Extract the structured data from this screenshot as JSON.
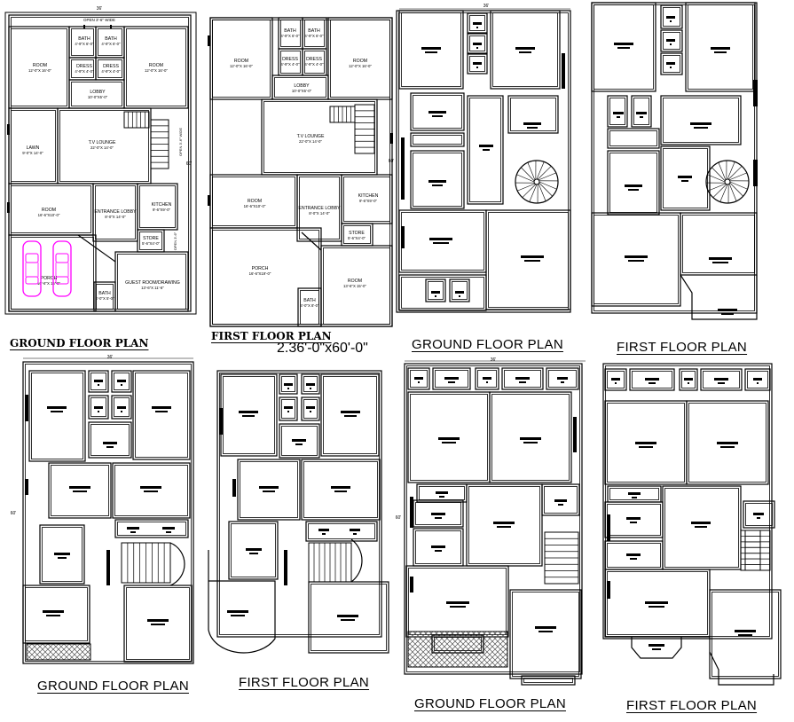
{
  "page_title": "2.36'-0\"x60'-0\"",
  "plans": [
    {
      "id": "plan1",
      "caption": "GROUND FLOOR PLAN",
      "width_dim": "36'",
      "depth_dim": "60'",
      "rooms": [
        {
          "name": "OPEN",
          "size": "3'-6\" WIDE"
        },
        {
          "name": "BATH",
          "size": "4'-9\"X 6'-0\""
        },
        {
          "name": "BATH",
          "size": "4'-9\"X 6'-0\""
        },
        {
          "name": "ROOM",
          "size": "12'-0\"X 16'-0\""
        },
        {
          "name": "DRESS",
          "size": "4'-9\"X 4'-0\""
        },
        {
          "name": "DRESS",
          "size": "4'-9\"X 4'-0\""
        },
        {
          "name": "ROOM",
          "size": "12'-0\"X 16'-0\""
        },
        {
          "name": "LOBBY",
          "size": "10'-0\"X5'-0\""
        },
        {
          "name": "LAWN",
          "size": "9'-0\"X 14'-0\""
        },
        {
          "name": "T.V LOUNGE",
          "size": "22'-0\"X 14'-0\""
        },
        {
          "name": "OPEN 3'-6\" WIDE",
          "size": ""
        },
        {
          "name": "ROOM",
          "size": "16'-6\"X10'-0\""
        },
        {
          "name": "KITCHEN",
          "size": "9'-6\"X9'-0\""
        },
        {
          "name": "ENTRANCE LOBBY",
          "size": "8'-0\"X 14'-0\""
        },
        {
          "name": "STORE",
          "size": "5'-6\"X4'-0\""
        },
        {
          "name": "OPEN",
          "size": "3'-6\""
        },
        {
          "name": "PORCH",
          "size": "16'-6\"X 15'-0\""
        },
        {
          "name": "GUEST ROOM/DRAWING",
          "size": "13'-6\"X 11'-6\""
        },
        {
          "name": "BATH",
          "size": "4'-0\"X 5'-0\""
        }
      ]
    },
    {
      "id": "plan2",
      "caption": "FIRST FLOOR PLAN",
      "rooms": [
        {
          "name": "BATH",
          "size": "4'-9\"X 6'-0\""
        },
        {
          "name": "BATH",
          "size": "4'-9\"X 6'-0\""
        },
        {
          "name": "ROOM",
          "size": "12'-0\"X 16'-0\""
        },
        {
          "name": "DRESS",
          "size": "4'-9\"X 4'-0\""
        },
        {
          "name": "DRESS",
          "size": "4'-9\"X 4'-0\""
        },
        {
          "name": "ROOM",
          "size": "12'-0\"X 16'-0\""
        },
        {
          "name": "LOBBY",
          "size": "10'-0\"X5'-0\""
        },
        {
          "name": "T.V LOUNGE",
          "size": "22'-0\"X 14'-0\""
        },
        {
          "name": "ROOM",
          "size": "16'-6\"X10'-0\""
        },
        {
          "name": "ENTRANCE LOBBY",
          "size": "8'-0\"X 14'-0\""
        },
        {
          "name": "KITCHEN",
          "size": "9'-6\"X9'-0\""
        },
        {
          "name": "STORE",
          "size": "5'-6\"X4'-0\""
        },
        {
          "name": "PORCH",
          "size": "16'-6\"X19'-0\""
        },
        {
          "name": "ROOM",
          "size": "13'-6\"X 15'-0\""
        },
        {
          "name": "BATH",
          "size": "4'-0\"X 8'-0\""
        }
      ]
    },
    {
      "id": "plan3",
      "caption": "GROUND FLOOR PLAN",
      "width_dim": "36'",
      "depth_dim": "60'"
    },
    {
      "id": "plan4",
      "caption": "FIRST FLOOR PLAN"
    },
    {
      "id": "plan5",
      "caption": "GROUND FLOOR PLAN",
      "width_dim": "36'",
      "depth_dim": "60'"
    },
    {
      "id": "plan6",
      "caption": "FIRST FLOOR PLAN"
    },
    {
      "id": "plan7",
      "caption": "GROUND FLOOR PLAN",
      "width_dim": "36'",
      "depth_dim": "60'"
    },
    {
      "id": "plan8",
      "caption": "FIRST FLOOR PLAN"
    }
  ],
  "colors": {
    "walls": "#000000",
    "cars": "#ff00ff",
    "hatch": "#555555"
  }
}
